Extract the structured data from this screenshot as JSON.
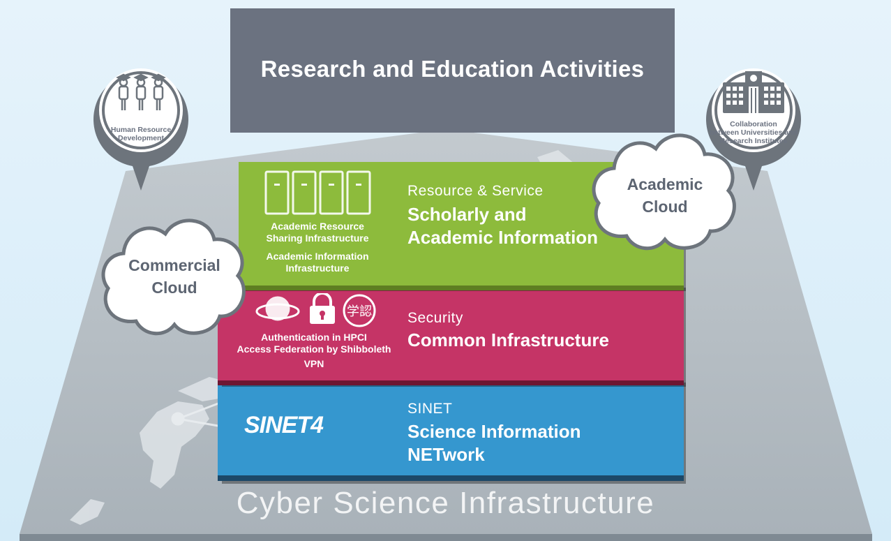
{
  "top_title": "Research and Education Activities",
  "base_title": "Cyber Science Infrastructure",
  "pins": {
    "left": {
      "label_line1": "Human Resource",
      "label_line2": "Development",
      "icon": "graduates-icon"
    },
    "right": {
      "label_line1": "Collaboration",
      "label_line2": "between Universities and",
      "label_line3": "Research Institutes",
      "icon": "building-icon"
    }
  },
  "clouds": {
    "commercial": {
      "line1": "Commercial",
      "line2": "Cloud"
    },
    "academic": {
      "line1": "Academic",
      "line2": "Cloud"
    }
  },
  "layers": {
    "resource": {
      "small": "Resource & Service",
      "big_line1": "Scholarly and",
      "big_line2": "Academic Information",
      "sub1_line1": "Academic Resource",
      "sub1_line2": "Sharing Infrastructure",
      "sub2_line1": "Academic Information",
      "sub2_line2": "Infrastructure",
      "icon": "server-racks-icon",
      "color": "#8dbb3c"
    },
    "security": {
      "small": "Security",
      "big_line1": "Common Infrastructure",
      "sub_line1": "Authentication in HPCI",
      "sub_line2": "Access Federation by Shibboleth",
      "sub_line3": "VPN",
      "icons": [
        "globe-icon",
        "lock-icon",
        "gakunin-icon"
      ],
      "gakunin_glyph": "学認",
      "color": "#c53466"
    },
    "network": {
      "small": "SINET",
      "big_line1": "Science Information",
      "big_line2": "NETwork",
      "logo": "SINET4",
      "color": "#3597cf"
    }
  }
}
